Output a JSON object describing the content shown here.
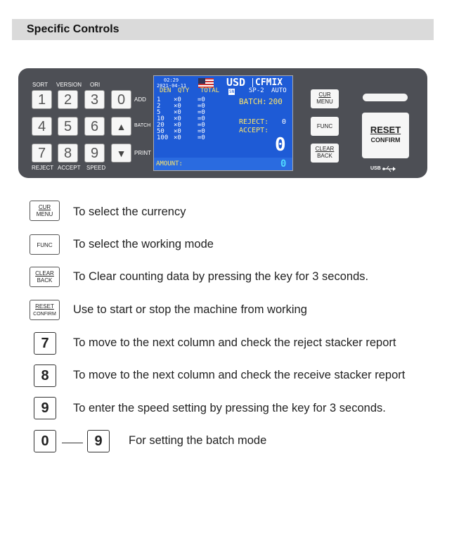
{
  "header": {
    "title": "Specific Controls"
  },
  "panel": {
    "top_labels": [
      "SORT",
      "VERSION",
      "ORI"
    ],
    "bottom_labels": [
      "REJECT",
      "ACCEPT",
      "SPEED"
    ],
    "side_labels": {
      "add": "ADD",
      "batch": "BATCH",
      "print": "PRINT"
    },
    "keys": [
      "1",
      "2",
      "3",
      "0",
      "4",
      "5",
      "6",
      "7",
      "8",
      "9"
    ],
    "arrow_up": "▲",
    "arrow_down": "▼",
    "cur_key": {
      "top": "CUR",
      "bottom": "MENU"
    },
    "func_key": {
      "label": "FUNC"
    },
    "clear_key": {
      "top": "CLEAR",
      "bottom": "BACK"
    },
    "reset_key": {
      "top": "RESET",
      "bottom": "CONFIRM"
    },
    "usb_label": "USB",
    "usb_icon": "usb-icon"
  },
  "lcd": {
    "time": "02:29",
    "date": "2021-04-11",
    "currency": "USD",
    "mode": "CFMIX",
    "sensor": "SP-2",
    "auto": "AUTO",
    "columns": [
      "DEN",
      "QTY",
      "TOTAL"
    ],
    "rows": [
      {
        "den": "1",
        "qty": "×0",
        "total": "=0"
      },
      {
        "den": "2",
        "qty": "×0",
        "total": "=0"
      },
      {
        "den": "5",
        "qty": "×0",
        "total": "=0"
      },
      {
        "den": "10",
        "qty": "×0",
        "total": "=0"
      },
      {
        "den": "20",
        "qty": "×0",
        "total": "=0"
      },
      {
        "den": "50",
        "qty": "×0",
        "total": "=0"
      },
      {
        "den": "100",
        "qty": "×0",
        "total": "=0"
      }
    ],
    "batch_label": "BATCH:",
    "batch_value": "200",
    "reject_label": "REJECT:",
    "reject_value": "0",
    "accept_label": "ACCEPT:",
    "count": "0",
    "amount_label": "AMOUNT:",
    "amount_value": "0",
    "sn_badge": "SN"
  },
  "legend": {
    "items": [
      {
        "key_top": "CUR",
        "key_bottom": "MENU",
        "text": "To select the currency"
      },
      {
        "key_top": "FUNC",
        "text": "To select the working mode"
      },
      {
        "key_top": "CLEAR",
        "key_bottom": "BACK",
        "text": "To Clear counting data by pressing the key for 3 seconds."
      },
      {
        "key_top": "RESET",
        "key_bottom": "CONFIRM",
        "text": "Use to start or stop the machine from working"
      },
      {
        "key": "7",
        "text": "To move to the next column and check the reject stacker report"
      },
      {
        "key": "8",
        "text": "To move to the next column and check the receive stacker report"
      },
      {
        "key": "9",
        "text": "To enter the speed setting by pressing the key for 3 seconds."
      }
    ],
    "range": {
      "from": "0",
      "to": "9",
      "text": "For setting the batch mode"
    }
  }
}
